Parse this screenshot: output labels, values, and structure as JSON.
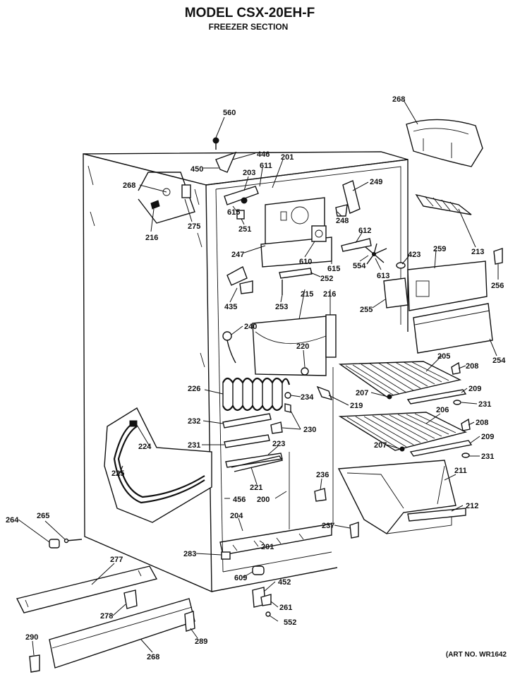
{
  "header": {
    "model": "MODEL CSX-20EH-F",
    "section": "FREEZER SECTION"
  },
  "art_number": "(ART NO. WR1642",
  "callouts": {
    "c560": "560",
    "c446": "446",
    "c450": "450",
    "c201a": "201",
    "c611": "611",
    "c203": "203",
    "c268a": "268",
    "c216": "216",
    "c275": "275",
    "c615a": "615",
    "c251": "251",
    "c249": "249",
    "c248": "248",
    "c247": "247",
    "c610": "610",
    "c615b": "615",
    "c612": "612",
    "c554": "554",
    "c613": "613",
    "c423": "423",
    "c252": "252",
    "c435": "435",
    "c253": "253",
    "c215": "215",
    "c216b": "216",
    "c255": "255",
    "c240": "240",
    "c220": "220",
    "c268b": "268",
    "c213": "213",
    "c259": "259",
    "c256": "256",
    "c254": "254",
    "c205": "205",
    "c208a": "208",
    "c207a": "207",
    "c209a": "209",
    "c231a": "231",
    "c226": "226",
    "c234": "234",
    "c219": "219",
    "c232": "232",
    "c230": "230",
    "c231b": "231",
    "c223": "223",
    "c224": "224",
    "c225": "225",
    "c221": "221",
    "c206": "206",
    "c208b": "208",
    "c209b": "209",
    "c207b": "207",
    "c231c": "231",
    "c211": "211",
    "c236": "236",
    "c456": "456",
    "c200": "200",
    "c212": "212",
    "c204": "204",
    "c237": "237",
    "c264": "264",
    "c265": "265",
    "c201b": "201",
    "c283": "283",
    "c277": "277",
    "c609": "609",
    "c452": "452",
    "c278": "278",
    "c261": "261",
    "c552": "552",
    "c290": "290",
    "c289": "289",
    "c288": "268"
  }
}
